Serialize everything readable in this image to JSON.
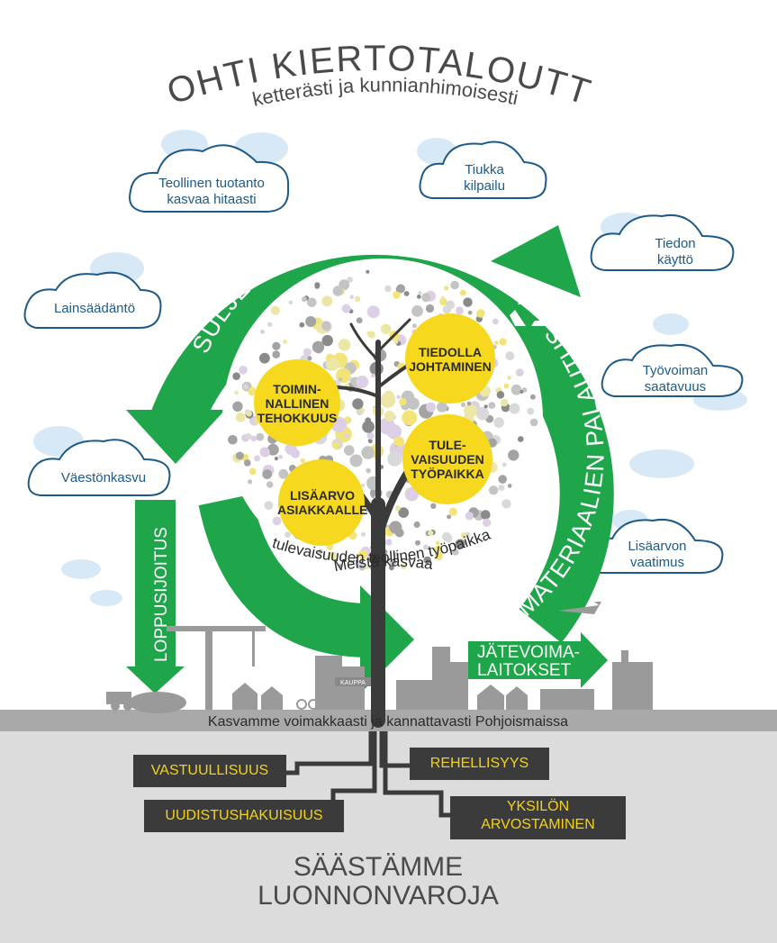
{
  "title": "KOHTI KIERTOTALOUTTA",
  "subtitle": "ketterästi ja kunnianhimoisesti",
  "clouds": [
    {
      "name": "cloud-teollinen",
      "text": "Teollinen tuotanto\nkasvaa hitaasti"
    },
    {
      "name": "cloud-tiukka",
      "text": "Tiukka\nkilpailu"
    },
    {
      "name": "cloud-tiedon",
      "text": "Tiedon\nkäyttö"
    },
    {
      "name": "cloud-lainsaadanto",
      "text": "Lainsäädäntö"
    },
    {
      "name": "cloud-tyovoiman",
      "text": "Työvoiman\nsaatavuus"
    },
    {
      "name": "cloud-vaestonkasvu",
      "text": "Väestönkasvu"
    },
    {
      "name": "cloud-lisaarvon",
      "text": "Lisäarvon\nvaatimus"
    }
  ],
  "arrows": {
    "suljettu": "SULJETTU KIERTO",
    "materiaalien": "MATERIAALIEN PALAUTUS",
    "loppusijoitus": "LOPPUSIJOITUS",
    "jatevoima_1": "JÄTEVOIMA-",
    "jatevoima_2": "LAITOKSET"
  },
  "tree_circles": [
    {
      "name": "circle-toiminnallinen",
      "text": "TOIMIN-\nNALLINEN\nTEHOKKUUS"
    },
    {
      "name": "circle-tiedolla",
      "text": "TIEDOLLA\nJOHTAMINEN"
    },
    {
      "name": "circle-tulevaisuuden",
      "text": "TULE-\nVAISUUDEN\nTYÖPAIKKA"
    },
    {
      "name": "circle-lisaarvo",
      "text": "LISÄARVO\nASIAKKAALLE"
    }
  ],
  "tree_caption_1": "Meistä kasvaa",
  "tree_caption_2": "tulevaisuuden teollinen työpaikka",
  "ground_text": "Kasvamme voimakkaasti ja kannattavasti Pohjoismaissa",
  "shop_sign": "KAUPPA",
  "roots": [
    {
      "name": "root-vastuullisuus",
      "text": "VASTUULLISUUS"
    },
    {
      "name": "root-rehellisyys",
      "text": "REHELLISYYS"
    },
    {
      "name": "root-uudistushakuisuus",
      "text": "UUDISTUSHAKUISUUS"
    },
    {
      "name": "root-yksilon",
      "text": "YKSILÖN\nARVOSTAMINEN"
    }
  ],
  "bottom_1": "SÄÄSTÄMME",
  "bottom_2": "LUONNONVAROJA",
  "colors": {
    "green": "#1fa64a",
    "yellow": "#f6d81e",
    "cloud_stroke": "#1d5a8a",
    "cloud_blue": "#d7e9f7",
    "dark": "#3b3b3b",
    "ground": "#a9a9a9"
  }
}
